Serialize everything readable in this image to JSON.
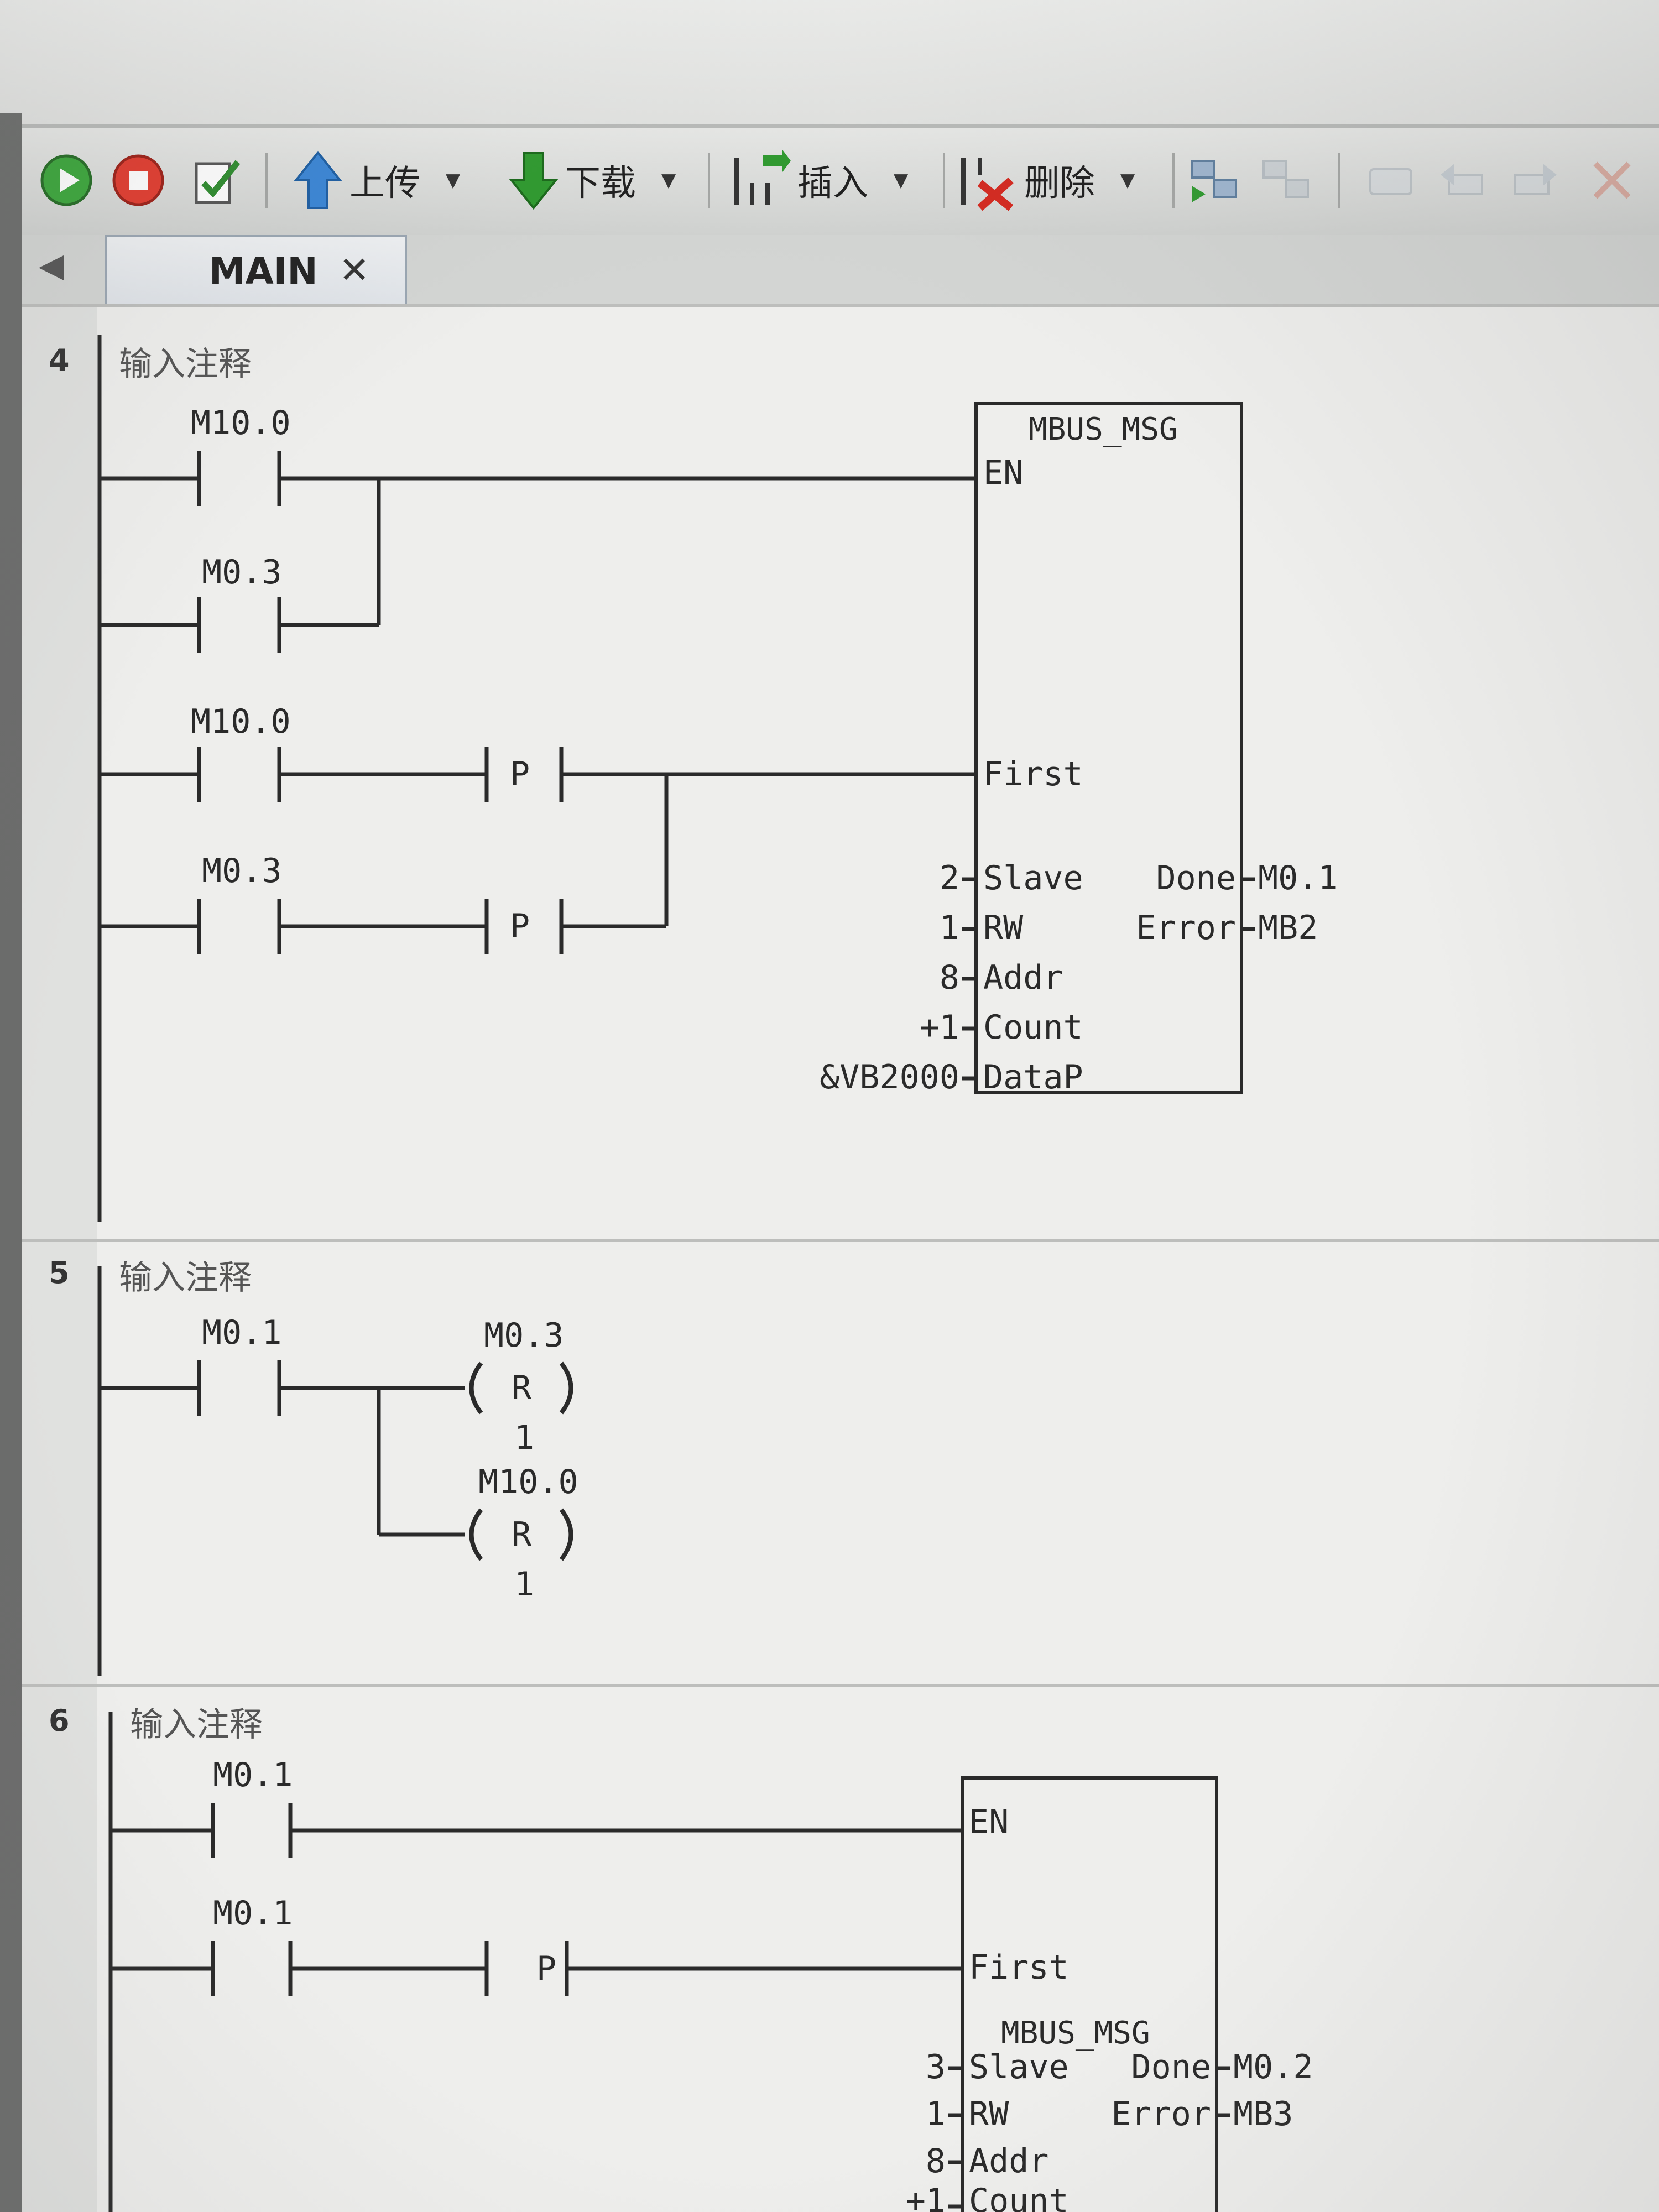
{
  "toolbar": {
    "run_icon": "run-icon",
    "stop_icon": "stop-icon",
    "compile_icon": "compile-icon",
    "upload": "上传",
    "download": "下载",
    "insert": "插入",
    "delete": "删除"
  },
  "tabs": [
    {
      "label": "MAIN",
      "close": "✕"
    }
  ],
  "networks": [
    {
      "number": "4",
      "comment": "输入注释",
      "contacts": [
        "M10.0",
        "M0.3",
        "M10.0",
        "M0.3"
      ],
      "edge": "P",
      "block": {
        "title": "MBUS_MSG",
        "pins": [
          "EN",
          "First",
          "Slave",
          "RW",
          "Addr",
          "Count",
          "DataP"
        ],
        "in_values": [
          "2",
          "1",
          "8",
          "+1",
          "&VB2000"
        ],
        "outputs": [
          "Done",
          "Error"
        ],
        "out_values": [
          "M0.1",
          "MB2"
        ]
      }
    },
    {
      "number": "5",
      "comment": "输入注释",
      "contact": "M0.1",
      "coils": [
        {
          "addr": "M0.3",
          "type": "R",
          "count": "1"
        },
        {
          "addr": "M10.0",
          "type": "R",
          "count": "1"
        }
      ]
    },
    {
      "number": "6",
      "comment": "输入注释",
      "contacts": [
        "M0.1",
        "M0.1"
      ],
      "edge": "P",
      "block": {
        "title": "MBUS_MSG",
        "pins": [
          "EN",
          "First",
          "Slave",
          "RW",
          "Addr",
          "Count"
        ],
        "in_values": [
          "3",
          "1",
          "8",
          "+1"
        ],
        "outputs": [
          "Done",
          "Error"
        ],
        "out_values": [
          "M0.2",
          "MB3"
        ]
      }
    }
  ]
}
